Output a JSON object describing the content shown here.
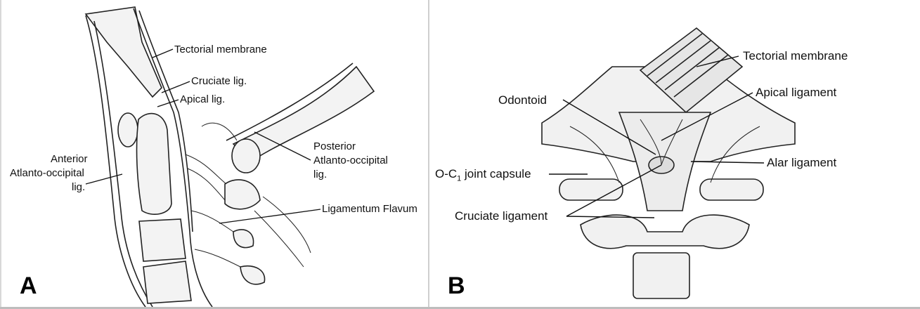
{
  "panel_a": {
    "letter": "A",
    "labels": {
      "tectorial_membrane": "Tectorial membrane",
      "cruciate_lig": "Cruciate lig.",
      "apical_lig": "Apical lig.",
      "anterior_line1": "Anterior",
      "anterior_line2": "Atlanto-occipital",
      "anterior_line3": "lig.",
      "posterior_line1": "Posterior",
      "posterior_line2": "Atlanto-occipital",
      "posterior_line3": "lig.",
      "ligamentum_flavum": "Ligamentum Flavum"
    }
  },
  "panel_b": {
    "letter": "B",
    "labels": {
      "tectorial_membrane": "Tectorial membrane",
      "apical_ligament": "Apical ligament",
      "odontoid": "Odontoid",
      "alar_ligament": "Alar ligament",
      "joint_capsule_prefix": "O-C",
      "joint_capsule_sub": "1",
      "joint_capsule_suffix": " joint capsule",
      "cruciate_ligament": "Cruciate ligament"
    }
  }
}
